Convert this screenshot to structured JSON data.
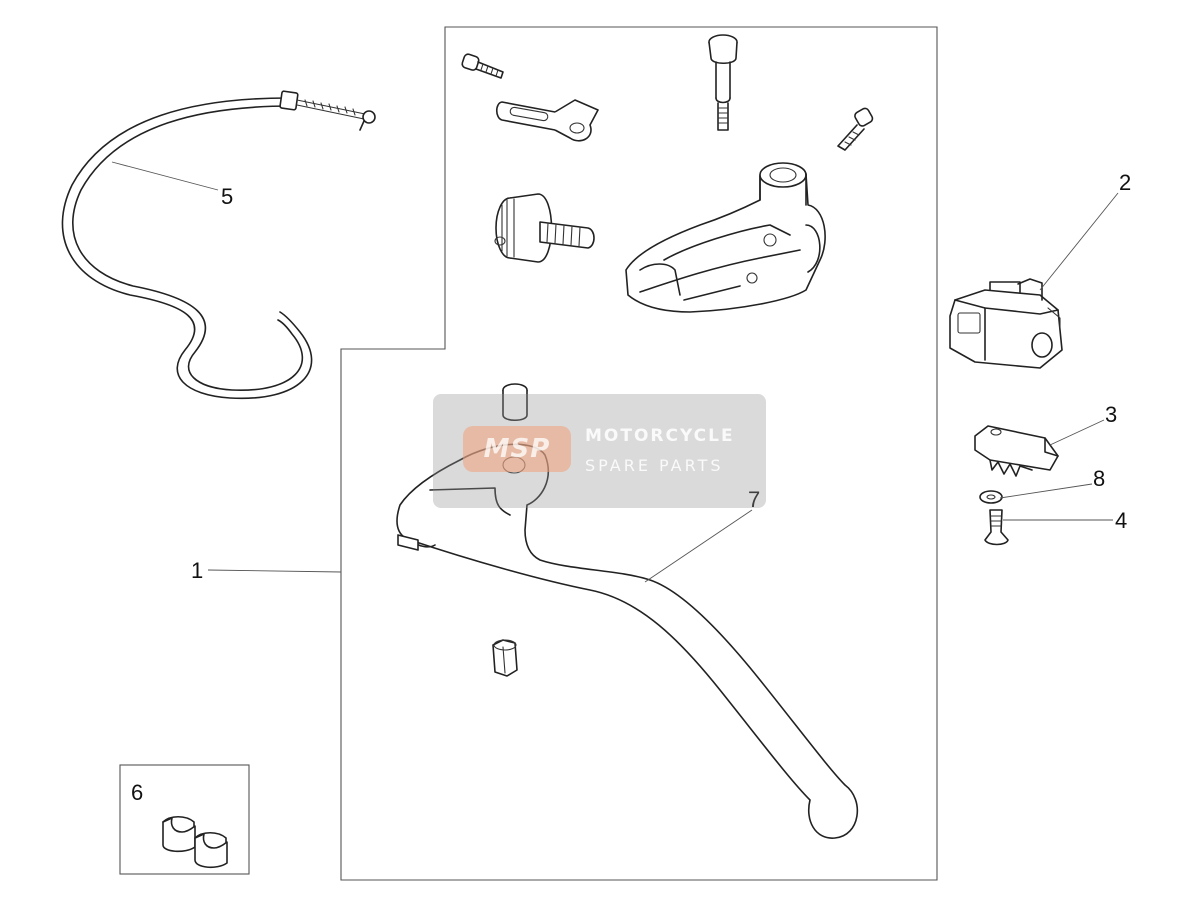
{
  "callouts": {
    "c1": "1",
    "c2": "2",
    "c3": "3",
    "c4": "4",
    "c5": "5",
    "c6": "6",
    "c7": "7",
    "c8": "8"
  },
  "watermark": {
    "logo": "MSP",
    "line1": "MOTORCYCLE",
    "line2": "SPARE PARTS"
  },
  "colors": {
    "line": "#222222",
    "watermark_overlay": "#969696",
    "watermark_logo": "#f0a078"
  }
}
